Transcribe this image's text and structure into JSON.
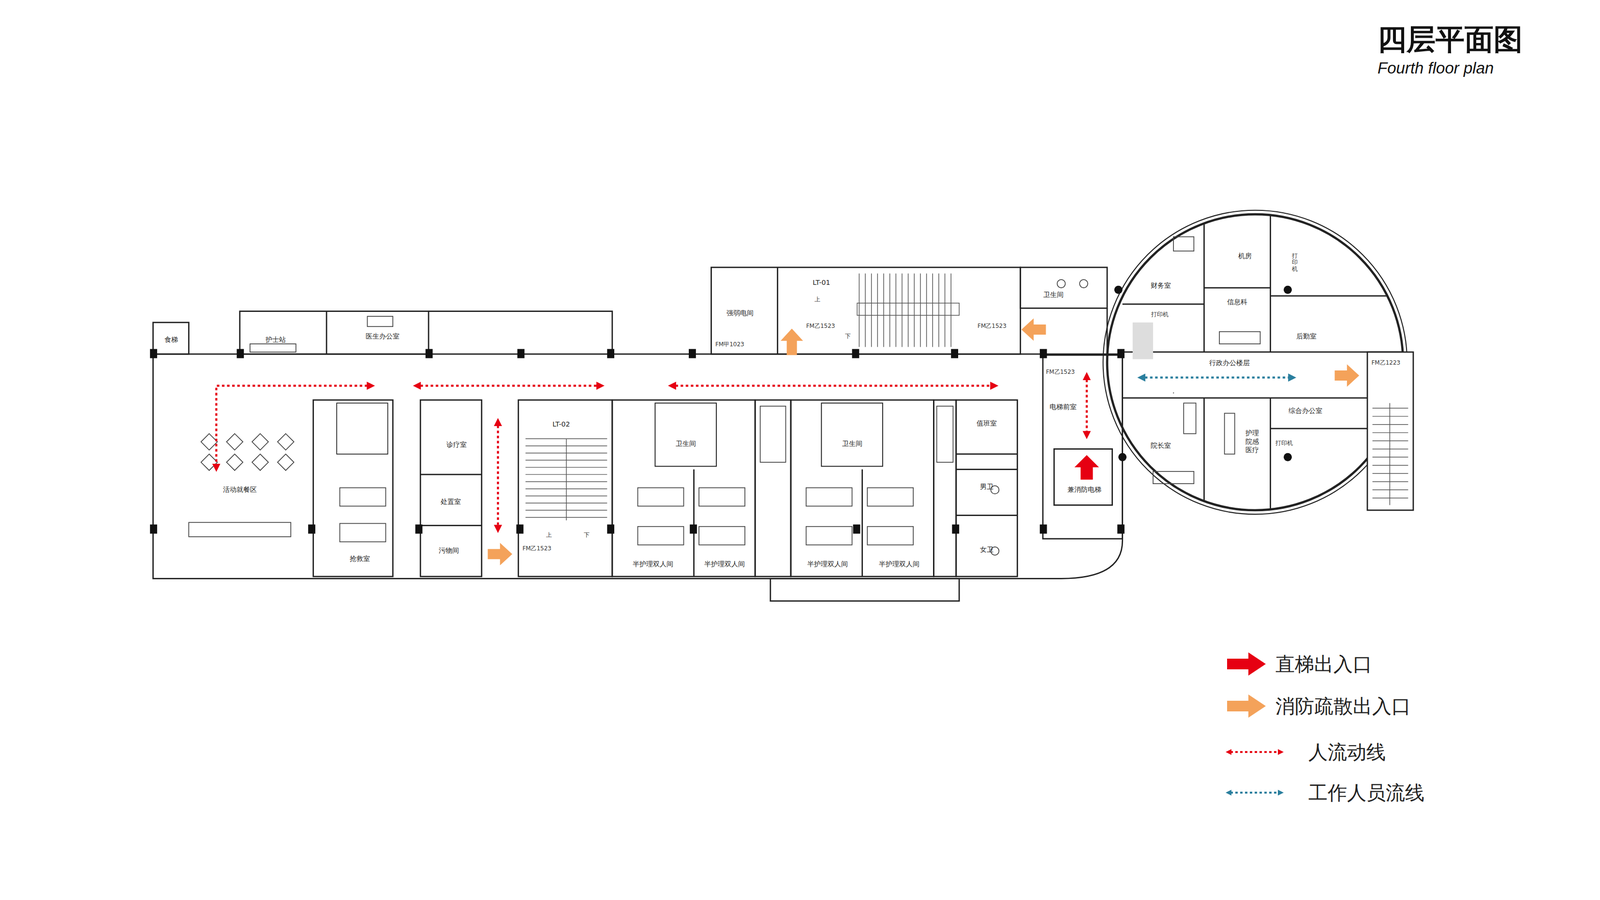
{
  "diagram": {
    "title": "四层平面图",
    "caption": "Fourth floor plan",
    "nodes": [
      {
        "text": [
          "食梯"
        ]
      },
      {
        "text": [
          "护士站"
        ]
      },
      {
        "text": [
          "医生办公室"
        ]
      },
      {
        "text": [
          "活动就餐区"
        ]
      },
      {
        "text": [
          "抢救室"
        ]
      },
      {
        "text": [
          "诊疗室"
        ]
      },
      {
        "text": [
          "处置室"
        ]
      },
      {
        "text": [
          "污物间"
        ]
      },
      {
        "text": [
          "LT-02"
        ]
      },
      {
        "text": [
          "卫生间"
        ]
      },
      {
        "text": [
          "半护理双人间"
        ]
      },
      {
        "text": [
          "半护理双人间"
        ]
      },
      {
        "text": [
          "卫生间"
        ]
      },
      {
        "text": [
          "半护理双人间"
        ]
      },
      {
        "text": [
          "半护理双人间"
        ]
      },
      {
        "text": [
          "值班室"
        ]
      },
      {
        "text": [
          "男卫"
        ]
      },
      {
        "text": [
          "女卫"
        ]
      },
      {
        "text": [
          "电梯前室"
        ]
      },
      {
        "text": [
          "兼消防电梯"
        ]
      },
      {
        "text": [
          "强弱电间"
        ]
      },
      {
        "text": [
          "LT-01"
        ]
      },
      {
        "text": [
          "卫生间"
        ]
      },
      {
        "text": [
          "财务室"
        ]
      },
      {
        "text": [
          "机房"
        ]
      },
      {
        "text": [
          "信息科"
        ]
      },
      {
        "text": [
          "后勤室"
        ]
      },
      {
        "text": [
          "行政办公楼层"
        ]
      },
      {
        "text": [
          "院长室"
        ]
      },
      {
        "text": [
          "护理 院感 医疗"
        ]
      },
      {
        "text": [
          "综合办公室"
        ]
      }
    ],
    "labels": [
      "FM乙1523",
      "上",
      "下",
      "FM甲1023",
      "FM乙1523",
      "上",
      "下",
      "FM乙1523",
      "FM乙1523",
      "打印机",
      "打印机",
      "打印机",
      "FM乙1223"
    ],
    "legend": [
      {
        "text": "直梯出入口",
        "color": "#e60012"
      },
      {
        "text": "消防疏散出入口",
        "color": "#f4a25a"
      },
      {
        "text": "人流动线"
      },
      {
        "text": "工作人员流线"
      }
    ]
  }
}
